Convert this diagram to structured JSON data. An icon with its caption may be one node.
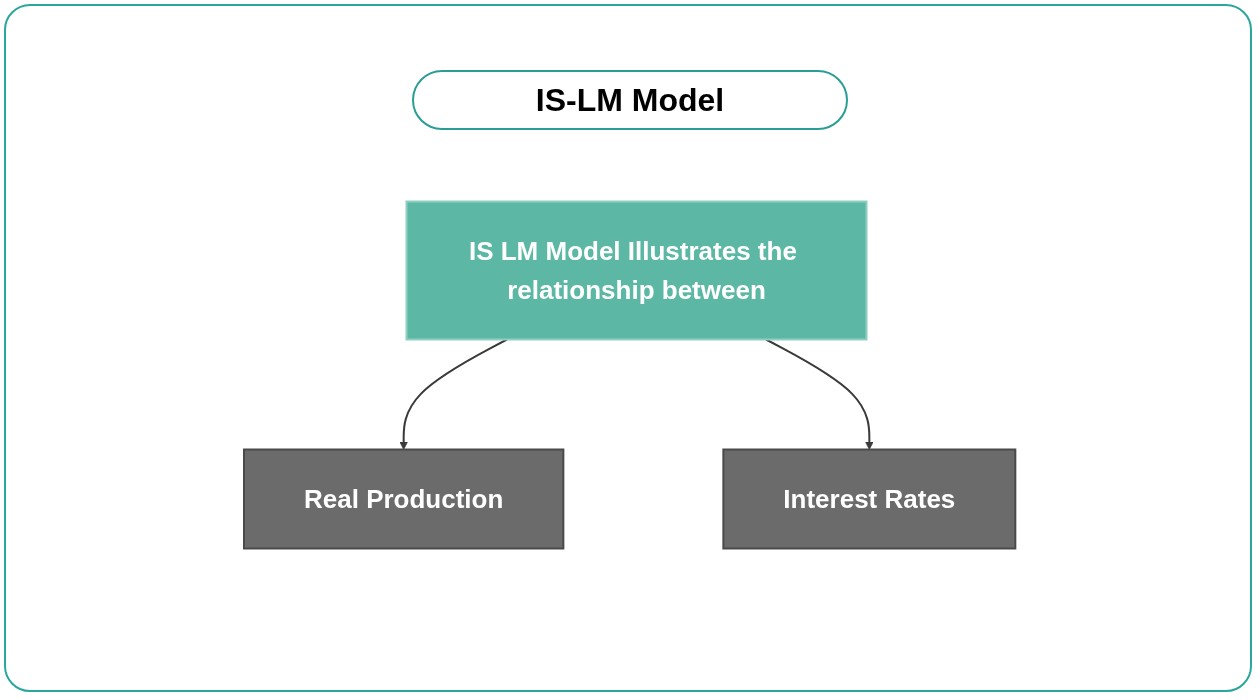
{
  "diagram": {
    "title": "IS-LM Model",
    "nodes": [
      {
        "text": [
          "IS LM Model Illustrates the relationship between"
        ]
      },
      {
        "text": [
          "Real Production"
        ]
      },
      {
        "text": [
          "Interest Rates"
        ]
      }
    ],
    "edges": [
      {
        "from": 0,
        "to": 1,
        "arrow": "to"
      },
      {
        "from": 0,
        "to": 2,
        "arrow": "to"
      }
    ]
  }
}
